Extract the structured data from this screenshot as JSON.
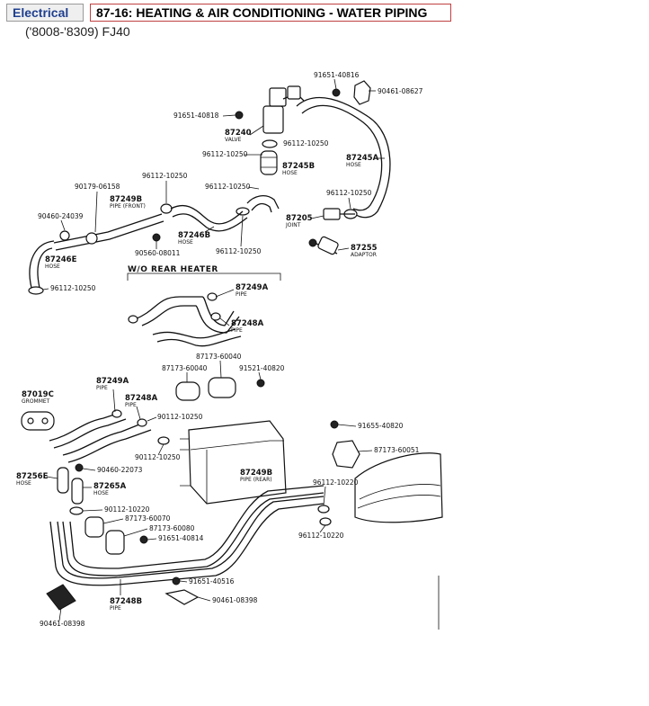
{
  "tabs": [
    {
      "label": "Electrical"
    },
    {
      "label": "87-16: HEATING & AIR CONDITIONING - WATER PIPING"
    }
  ],
  "subtitle": "('8008-'8309) FJ40",
  "section_header": "W/O REAR HEATER",
  "parts": {
    "p1": {
      "num": "91651-40816"
    },
    "p2": {
      "num": "90461-08627"
    },
    "p3": {
      "num": "91651-40818"
    },
    "p4": {
      "num": "87240",
      "desc": "VALVE"
    },
    "p5": {
      "num": "96112-10250"
    },
    "p6": {
      "num": "96112-10250"
    },
    "p7": {
      "num": "87245A",
      "desc": "HOSE"
    },
    "p8": {
      "num": "87245B",
      "desc": "HOSE"
    },
    "p9": {
      "num": "96112-10250"
    },
    "p10": {
      "num": "96112-10250"
    },
    "p11": {
      "num": "90179-06158"
    },
    "p12": {
      "num": "87249B",
      "desc": "PIPE (FRONT)"
    },
    "p13": {
      "num": "96112-10250"
    },
    "p14": {
      "num": "90460-24039"
    },
    "p15": {
      "num": "87205",
      "desc": "JOINT"
    },
    "p16": {
      "num": "87246B",
      "desc": "HOSE"
    },
    "p17": {
      "num": "90560-08011"
    },
    "p18": {
      "num": "96112-10250"
    },
    "p19": {
      "num": "87255",
      "desc": "ADAPTOR"
    },
    "p20": {
      "num": "87246E",
      "desc": "HOSE"
    },
    "p21": {
      "num": "96112-10250"
    },
    "p22": {
      "num": "87249A",
      "desc": "PIPE"
    },
    "p23": {
      "num": "87248A",
      "desc": "PIPE"
    },
    "p24": {
      "num": "87173-60040"
    },
    "p25": {
      "num": "87173-60040"
    },
    "p26": {
      "num": "91521-40820"
    },
    "p27": {
      "num": "87019C",
      "desc": "GROMMET"
    },
    "p28": {
      "num": "87249A",
      "desc": "PIPE"
    },
    "p29": {
      "num": "87248A",
      "desc": "PIPE"
    },
    "p30": {
      "num": "90112-10250"
    },
    "p31": {
      "num": "90112-10250"
    },
    "p32": {
      "num": "91655-40820"
    },
    "p33": {
      "num": "87173-60051"
    },
    "p34": {
      "num": "87256E",
      "desc": "HOSE"
    },
    "p35": {
      "num": "90460-22073"
    },
    "p36": {
      "num": "87265A",
      "desc": "HOSE"
    },
    "p37": {
      "num": "87249B",
      "desc": "PIPE (REAR)"
    },
    "p38": {
      "num": "96112-10220"
    },
    "p39": {
      "num": "90112-10220"
    },
    "p40": {
      "num": "87173-60070"
    },
    "p41": {
      "num": "87173-60080"
    },
    "p42": {
      "num": "91651-40814"
    },
    "p43": {
      "num": "96112-10220"
    },
    "p44": {
      "num": "91651-40516"
    },
    "p45": {
      "num": "90461-08398"
    },
    "p46": {
      "num": "87248B",
      "desc": "PIPE"
    },
    "p47": {
      "num": "90461-08398"
    }
  }
}
